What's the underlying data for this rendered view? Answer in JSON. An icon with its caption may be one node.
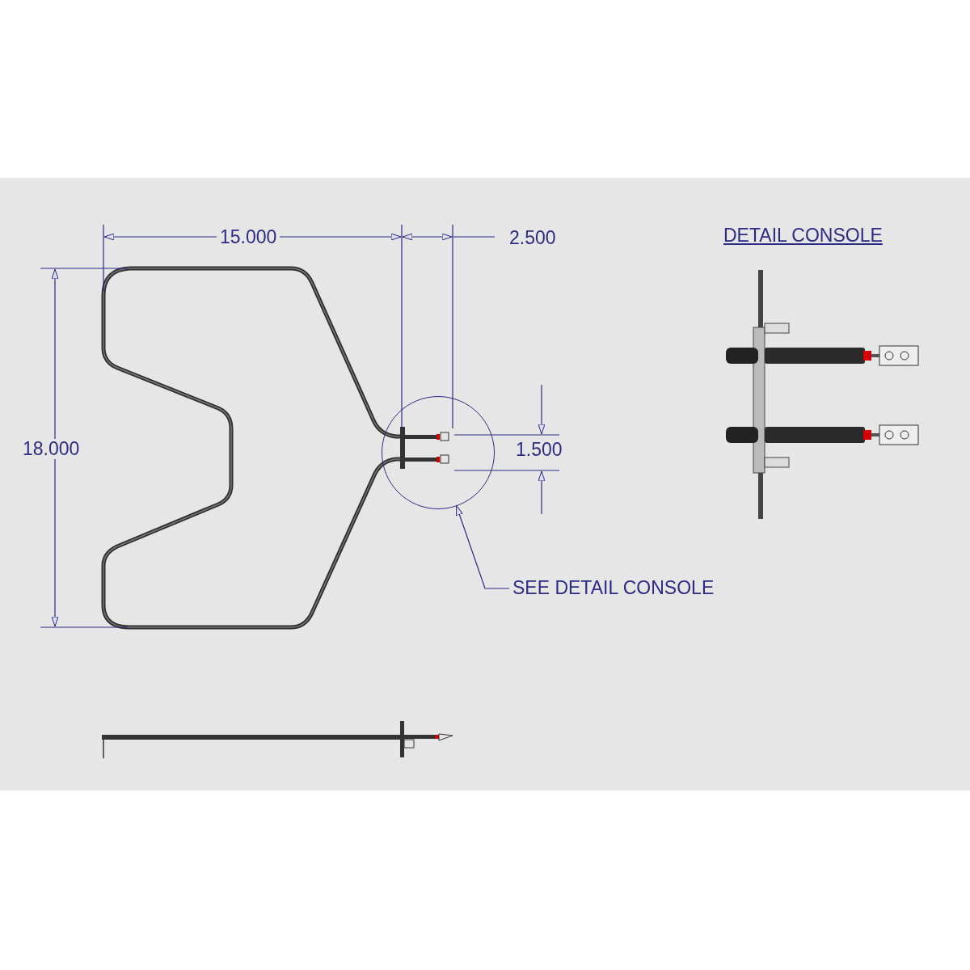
{
  "diagram": {
    "nodes": [
      {
        "text": [
          "SEE DETAIL CONSOLE"
        ]
      },
      {
        "text": [],
        "shape": "circle"
      }
    ],
    "edges": [
      {
        "from": 0,
        "to": 1,
        "arrow": "to"
      }
    ],
    "labels": [
      "15.000",
      "2.500",
      "DETAIL CONSOLE",
      "18.000",
      "1.500"
    ]
  }
}
